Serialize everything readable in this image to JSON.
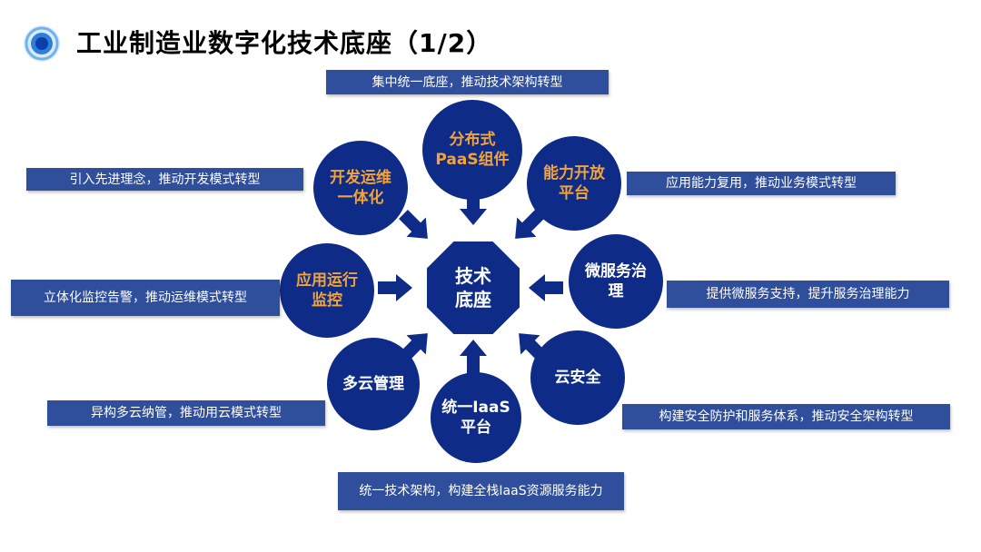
{
  "title": "工业制造业数字化技术底座（1/2）",
  "center": "技术\n底座",
  "nodes": [
    {
      "label": "分布式\nPaaS组件",
      "banner": "集中统一底座，推动技术架构转型"
    },
    {
      "label": "能力开放\n平台",
      "banner": "应用能力复用，推动业务模式转型"
    },
    {
      "label": "微服务治\n理",
      "banner": "提供微服务支持，提升服务治理能力"
    },
    {
      "label": "云安全",
      "banner": "构建安全防护和服务体系，推动安全架构转型"
    },
    {
      "label": "统一IaaS\n平台",
      "banner": "统一技术架构，构建全栈IaaS资源服务能力"
    },
    {
      "label": "多云管理",
      "banner": "异构多云纳管，推动用云模式转型"
    },
    {
      "label": "应用运行\n监控",
      "banner": "立体化监控告警，推动运维模式转型"
    },
    {
      "label": "开发运维\n一体化",
      "banner": "引入先进理念，推动开发模式转型"
    }
  ],
  "colors": {
    "circle": "#0d2b87",
    "banner": "#2f4e9b",
    "highlight_text": "#f2a33a"
  }
}
